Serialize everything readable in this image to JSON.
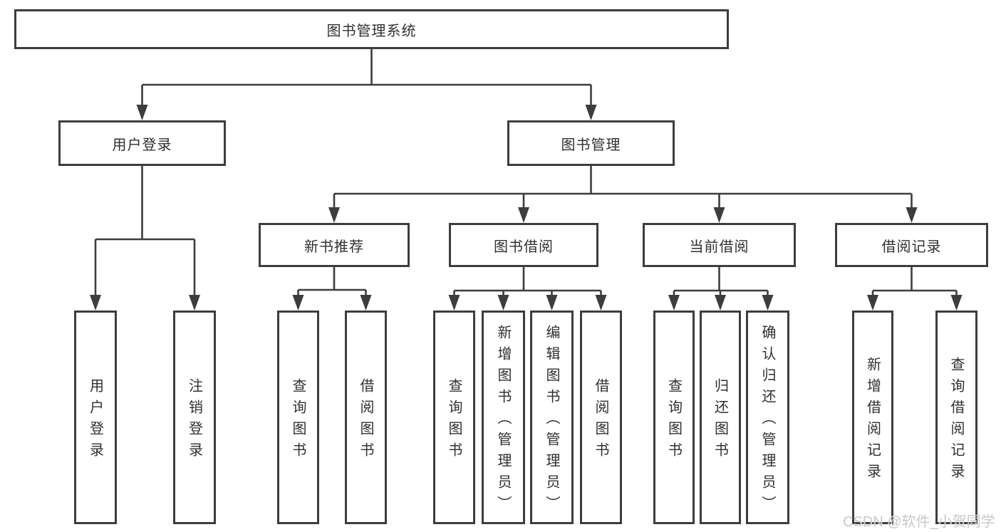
{
  "diagram": {
    "root": "图书管理系统",
    "level2": [
      {
        "label": "用户登录",
        "children": [
          "用户登录",
          "注销登录"
        ]
      },
      {
        "label": "图书管理",
        "modules": [
          {
            "label": "新书推荐",
            "children": [
              "查询图书",
              "借阅图书"
            ]
          },
          {
            "label": "图书借阅",
            "children": [
              "查询图书",
              "新增图书（管理员）",
              "编辑图书（管理员）",
              "借阅图书"
            ]
          },
          {
            "label": "当前借阅",
            "children": [
              "查询图书",
              "归还图书",
              "确认归还（管理员）"
            ]
          },
          {
            "label": "借阅记录",
            "children": [
              "新增借阅记录",
              "查询借阅记录"
            ]
          }
        ]
      }
    ],
    "colors": {
      "line": "#3d3d3d",
      "text": "#303030",
      "watermark": "#c8c8c8",
      "background": "#ffffff"
    },
    "watermark": "CSDN @软件_小贺同学"
  }
}
